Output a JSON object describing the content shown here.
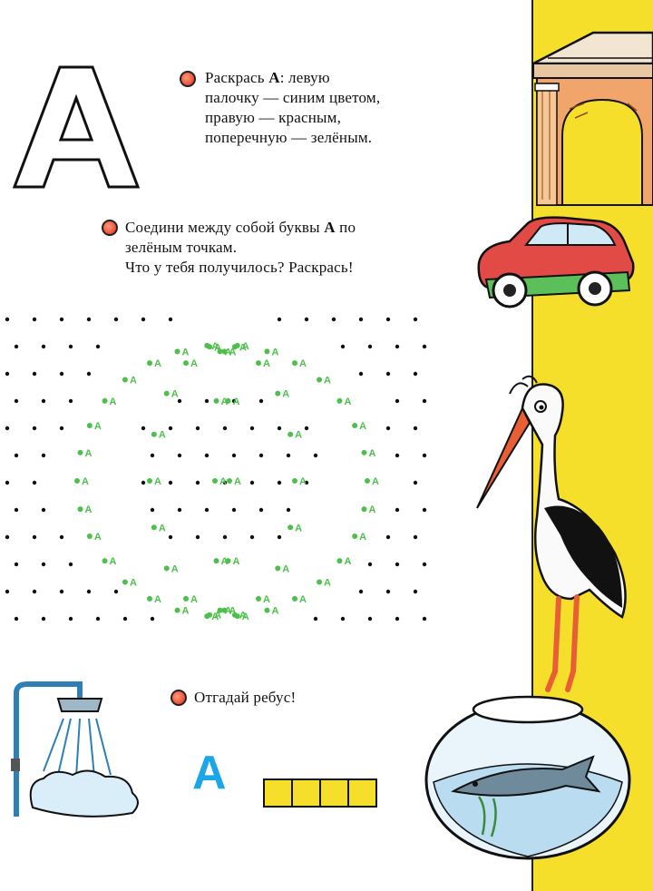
{
  "letter": "A",
  "task1": {
    "line1_prefix": "Раскрась ",
    "line1_bold": "А",
    "line1_suffix": ": левую",
    "line2": "палочку — синим цветом,",
    "line3": "правую — красным,",
    "line4": "поперечную — зелёным."
  },
  "task2": {
    "line1_prefix": "Соедини между собой буквы ",
    "line1_bold": "А",
    "line1_suffix": " по",
    "line2": "зелёным точкам.",
    "line3": "Что у тебя получилось? Раскрась!"
  },
  "task3": {
    "text": "Отгадай ребус!",
    "rebus_letter": "А",
    "answer_boxes": 4
  },
  "dot_label": "А",
  "colors": {
    "yellow": "#f6df2a",
    "green_dot": "#4cc04a",
    "bullet": "#f0573e",
    "rebus_letter": "#1aa6e8"
  },
  "icons": [
    "arch-icon",
    "car-icon",
    "stork-icon",
    "fishbowl-icon",
    "shower-icon"
  ]
}
